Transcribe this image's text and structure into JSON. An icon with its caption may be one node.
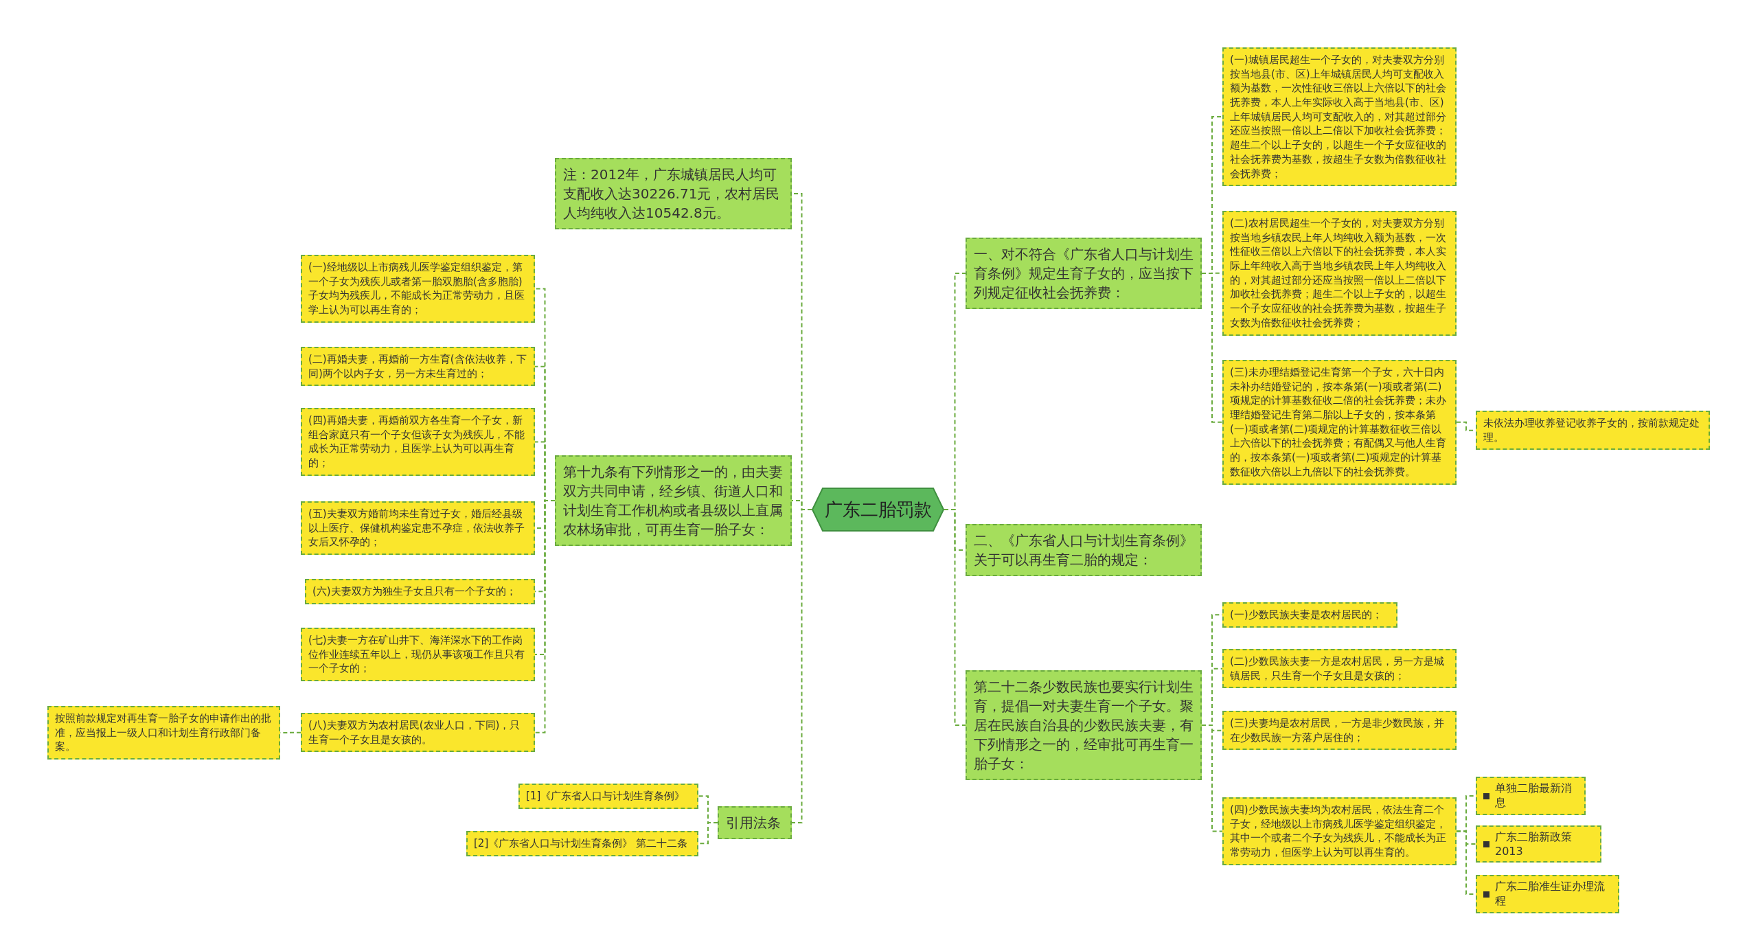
{
  "diagram": {
    "nodes": [
      {
        "text": [
          "广东二胎罚款"
        ]
      },
      {
        "text": [
          "注：2012年，广东城镇居民人均可支配收入达30226.71元，农村居民人均纯收入达10542.8元。"
        ]
      },
      {
        "text": [
          "第十九条有下列情形之一的，由夫妻双方共同申请，经乡镇、街道人口和计划生育工作机构或者县级以上直属农林场审批，可再生育一胎子女："
        ]
      },
      {
        "text": [
          "(一)经地级以上市病残儿医学鉴定组织鉴定，第一个子女为残疾儿或者第一胎双胞胎(含多胞胎)子女均为残疾儿，不能成长为正常劳动力，且医学上认为可以再生育的；"
        ]
      },
      {
        "text": [
          "(二)再婚夫妻，再婚前一方生育(含依法收养，下同)两个以内子女，另一方未生育过的；"
        ]
      },
      {
        "text": [
          "(四)再婚夫妻，再婚前双方各生育一个子女，新组合家庭只有一个子女但该子女为残疾儿，不能成长为正常劳动力，且医学上认为可以再生育的；"
        ]
      },
      {
        "text": [
          "(五)夫妻双方婚前均未生育过子女，婚后经县级以上医疗、保健机构鉴定患不孕症，依法收养子女后又怀孕的；"
        ]
      },
      {
        "text": [
          "(六)夫妻双方为独生子女且只有一个子女的；"
        ]
      },
      {
        "text": [
          "(七)夫妻一方在矿山井下、海洋深水下的工作岗位作业连续五年以上，现仍从事该项工作且只有一个子女的；"
        ]
      },
      {
        "text": [
          "(八)夫妻双方为农村居民(农业人口，下同)，只生育一个子女且是女孩的。"
        ]
      },
      {
        "text": [
          "按照前款规定对再生育一胎子女的申请作出的批准，应当报上一级人口和计划生育行政部门备案。"
        ]
      },
      {
        "text": [
          "引用法条"
        ]
      },
      {
        "text": [
          "[1]《广东省人口与计划生育条例》"
        ]
      },
      {
        "text": [
          "[2]《广东省人口与计划生育条例》 第二十二条"
        ]
      },
      {
        "text": [
          "一、对不符合《广东省人口与计划生育条例》规定生育子女的，应当按下列规定征收社会抚养费："
        ]
      },
      {
        "text": [
          "(一)城镇居民超生一个子女的，对夫妻双方分别按当地县(市、区)上年城镇居民人均可支配收入额为基数，一次性征收三倍以上六倍以下的社会抚养费，本人上年实际收入高于当地县(市、区)上年城镇居民人均可支配收入的，对其超过部分还应当按照一倍以上二倍以下加收社会抚养费；超生二个以上子女的，以超生一个子女应征收的社会抚养费为基数，按超生子女数为倍数征收社会抚养费；"
        ]
      },
      {
        "text": [
          "(二)农村居民超生一个子女的，对夫妻双方分别按当地乡镇农民上年人均纯收入额为基数，一次性征收三倍以上六倍以下的社会抚养费，本人实际上年纯收入高于当地乡镇农民上年人均纯收入的，对其超过部分还应当按照一倍以上二倍以下加收社会抚养费；超生二个以上子女的，以超生一个子女应征收的社会抚养费为基数，按超生子女数为倍数征收社会抚养费；"
        ]
      },
      {
        "text": [
          "(三)未办理结婚登记生育第一个子女，六十日内未补办结婚登记的，按本条第(一)项或者第(二)项规定的计算基数征收二倍的社会抚养费；未办理结婚登记生育第二胎以上子女的，按本条第(一)项或者第(二)项规定的计算基数征收三倍以上六倍以下的社会抚养费；有配偶又与他人生育的，按本条第(一)项或者第(二)项规定的计算基数征收六倍以上九倍以下的社会抚养费。"
        ]
      },
      {
        "text": [
          "未依法办理收养登记收养子女的，按前款规定处理。"
        ]
      },
      {
        "text": [
          "二、《广东省人口与计划生育条例》关于可以再生育二胎的规定："
        ]
      },
      {
        "text": [
          "第二十二条少数民族也要实行计划生育，提倡一对夫妻生育一个子女。聚居在民族自治县的少数民族夫妻，有下列情形之一的，经审批可再生育一胎子女："
        ]
      },
      {
        "text": [
          "(一)少数民族夫妻是农村居民的；"
        ]
      },
      {
        "text": [
          "(二)少数民族夫妻一方是农村居民，另一方是城镇居民，只生育一个子女且是女孩的；"
        ]
      },
      {
        "text": [
          "(三)夫妻均是农村居民，一方是非少数民族，并在少数民族一方落户居住的；"
        ]
      },
      {
        "text": [
          "(四)少数民族夫妻均为农村居民，依法生育二个子女，经地级以上市病残儿医学鉴定组织鉴定，其中一个或者二个子女为残疾儿，不能成长为正常劳动力，但医学上认为可以再生育的。"
        ]
      },
      {
        "text": [
          "单独二胎最新消息"
        ]
      },
      {
        "text": [
          "广东二胎新政策2013"
        ]
      },
      {
        "text": [
          "广东二胎准生证办理流程"
        ]
      }
    ],
    "edges": [
      {
        "from": 0,
        "to": 1,
        "arrow": "none"
      },
      {
        "from": 0,
        "to": 2,
        "arrow": "none"
      },
      {
        "from": 0,
        "to": 11,
        "arrow": "none"
      },
      {
        "from": 0,
        "to": 14,
        "arrow": "none"
      },
      {
        "from": 0,
        "to": 19,
        "arrow": "none"
      },
      {
        "from": 0,
        "to": 20,
        "arrow": "none"
      },
      {
        "from": 2,
        "to": 3,
        "arrow": "none"
      },
      {
        "from": 2,
        "to": 4,
        "arrow": "none"
      },
      {
        "from": 2,
        "to": 5,
        "arrow": "none"
      },
      {
        "from": 2,
        "to": 6,
        "arrow": "none"
      },
      {
        "from": 2,
        "to": 7,
        "arrow": "none"
      },
      {
        "from": 2,
        "to": 8,
        "arrow": "none"
      },
      {
        "from": 2,
        "to": 9,
        "arrow": "none"
      },
      {
        "from": 9,
        "to": 10,
        "arrow": "none"
      },
      {
        "from": 11,
        "to": 12,
        "arrow": "none"
      },
      {
        "from": 11,
        "to": 13,
        "arrow": "none"
      },
      {
        "from": 14,
        "to": 15,
        "arrow": "none"
      },
      {
        "from": 14,
        "to": 16,
        "arrow": "none"
      },
      {
        "from": 14,
        "to": 17,
        "arrow": "none"
      },
      {
        "from": 17,
        "to": 18,
        "arrow": "none"
      },
      {
        "from": 20,
        "to": 21,
        "arrow": "none"
      },
      {
        "from": 20,
        "to": 22,
        "arrow": "none"
      },
      {
        "from": 20,
        "to": 23,
        "arrow": "none"
      },
      {
        "from": 20,
        "to": 24,
        "arrow": "none"
      },
      {
        "from": 24,
        "to": 25,
        "arrow": "none"
      },
      {
        "from": 24,
        "to": 26,
        "arrow": "none"
      },
      {
        "from": 24,
        "to": 27,
        "arrow": "none"
      }
    ]
  }
}
